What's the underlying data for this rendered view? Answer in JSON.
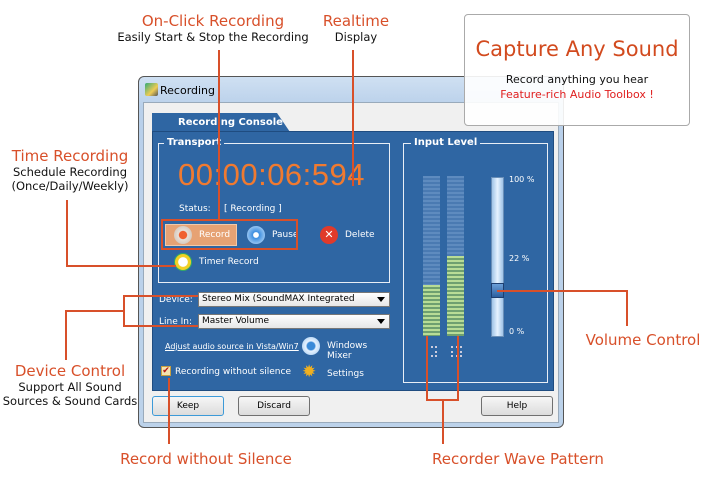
{
  "window": {
    "title": "Recording",
    "tab": "Recording Console"
  },
  "transport": {
    "label": "Transport",
    "time": "00:00:06:594",
    "status_label": "Status:",
    "status_value": "[ Recording ]",
    "record": "Record",
    "pause": "Pause",
    "delete": "Delete",
    "timer": "Timer Record"
  },
  "source": {
    "device_label": "Device:",
    "device_value": "Stereo Mix (SoundMAX Integrated",
    "linein_label": "Line In:",
    "linein_value": "Master Volume",
    "adjust_link": "Adjust audio source in Vista/Win7",
    "mixer": "Windows Mixer",
    "silence": "Recording without silence",
    "silence_checked": true,
    "settings": "Settings"
  },
  "input_level": {
    "label": "Input Level",
    "left_level": 0.32,
    "right_level": 0.5,
    "volume_percent": 22,
    "max_label": "100 %",
    "vol_label": "22 %",
    "min_label": "0 %"
  },
  "buttons": {
    "keep": "Keep",
    "discard": "Discard",
    "help": "Help"
  },
  "overlay": {
    "title": "Capture Any Sound",
    "line1": "Record anything you hear",
    "line2": "Feature-rich Audio Toolbox !"
  },
  "annotations": {
    "onclick": {
      "title": "On-Click Recording",
      "sub": "Easily Start & Stop the Recording"
    },
    "realtime": {
      "title": "Realtime",
      "sub": "Display"
    },
    "time": {
      "title": "Time Recording",
      "sub1": "Schedule Recording",
      "sub2": "(Once/Daily/Weekly)"
    },
    "device": {
      "title": "Device Control",
      "sub1": "Support All Sound",
      "sub2": "Sources & Sound Cards"
    },
    "silence": {
      "title": "Record without Silence"
    },
    "wave": {
      "title": "Recorder Wave Pattern"
    },
    "volume": {
      "title": "Volume Control"
    }
  },
  "colors": {
    "accent": "#d8502a",
    "panel": "#2f66a3",
    "time": "#f07a30"
  }
}
